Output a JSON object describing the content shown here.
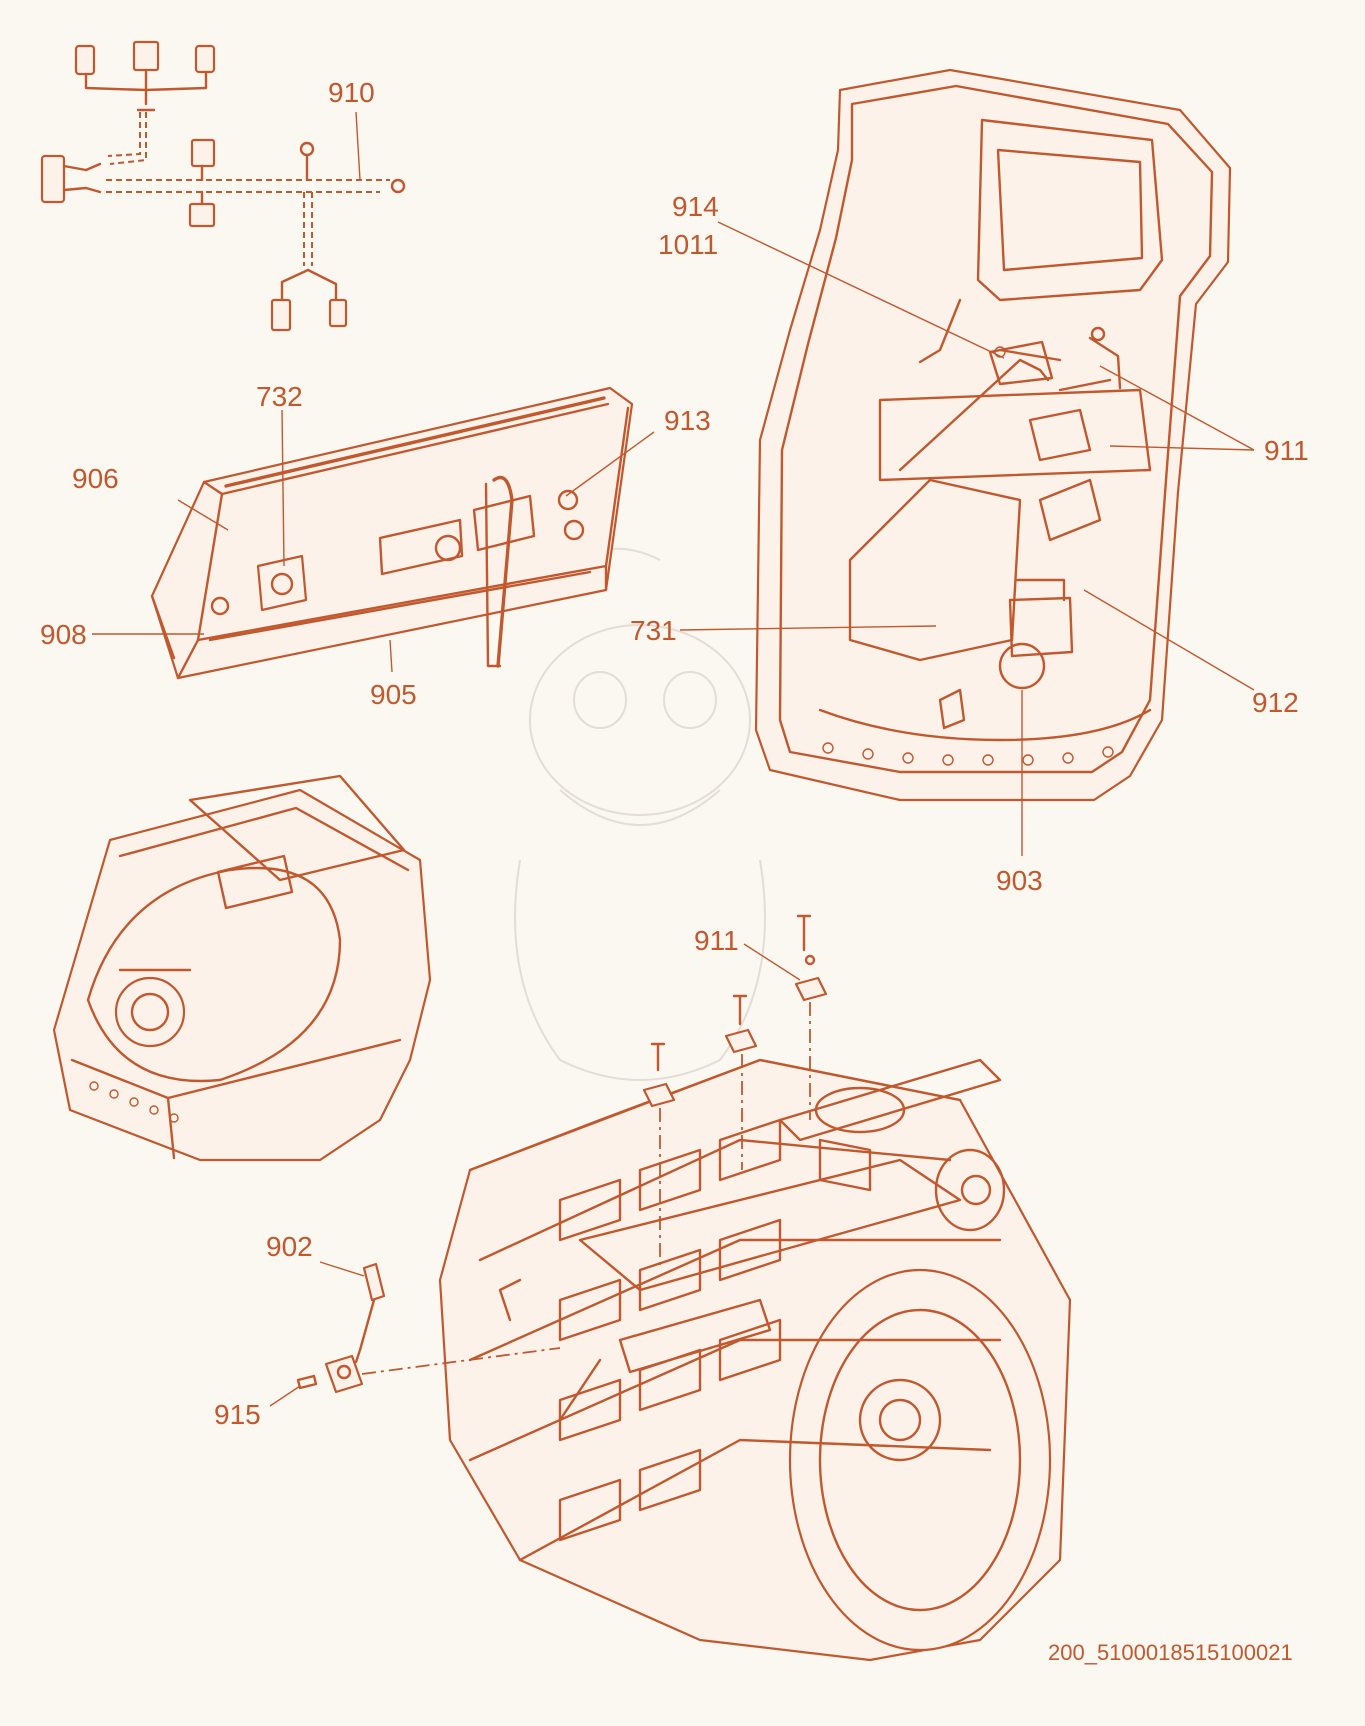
{
  "callouts": {
    "harness": "910",
    "panel_top": "732",
    "panel_left": "906",
    "panel_bolt": "913",
    "panel_bracket": "908",
    "panel_bottom": "905",
    "housing_cable_a": "914",
    "housing_cable_b": "1011",
    "housing_screw": "911",
    "housing_sensor": "731",
    "housing_relay": "912",
    "housing_switch": "903",
    "drum_screws": "911",
    "drum_sensor": "902",
    "drum_screw": "915"
  },
  "drawing_number": "200_5100018515100021",
  "colors": {
    "line": "#c2582e",
    "background": "#fbf7f1"
  }
}
